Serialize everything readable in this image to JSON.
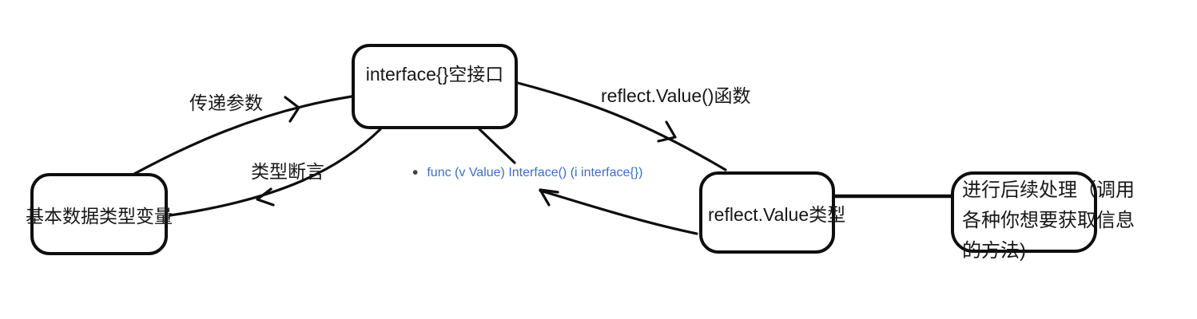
{
  "canvas": {
    "background": "#ffffff"
  },
  "colors": {
    "stroke": "#0e0e0e",
    "text": "#171717",
    "code_blue": "#3d6ec0"
  },
  "nodes": {
    "empty_interface": {
      "label": "interface{}空接口"
    },
    "basic_var": {
      "label": "基本数据类型变量"
    },
    "reflect_value": {
      "label": "reflect.Value类型"
    },
    "follow_up": {
      "label": "进行后续处理（调用各种你想要获取信息的方法)",
      "line1": "进行后续处理（调用",
      "line2": "各种你想要获取信息",
      "line3": "的方法)"
    }
  },
  "edges": {
    "pass_param": {
      "from": "基本数据类型变量",
      "to": "interface{}空接口",
      "label": "传递参数"
    },
    "type_assert": {
      "from": "interface{}空接口",
      "to": "基本数据类型变量",
      "label": "类型断言"
    },
    "reflect_value_func": {
      "from": "interface{}空接口",
      "to": "reflect.Value类型",
      "label": "reflect.Value()函数"
    },
    "interface_method": {
      "from": "reflect.Value类型",
      "to": "interface{}空接口",
      "label": "func (v Value) Interface() (i interface{})"
    },
    "process_link": {
      "from": "reflect.Value类型",
      "to": "进行后续处理（调用各种你想要获取信息的方法)",
      "label": ""
    }
  },
  "annotation": {
    "bullet": "•"
  }
}
